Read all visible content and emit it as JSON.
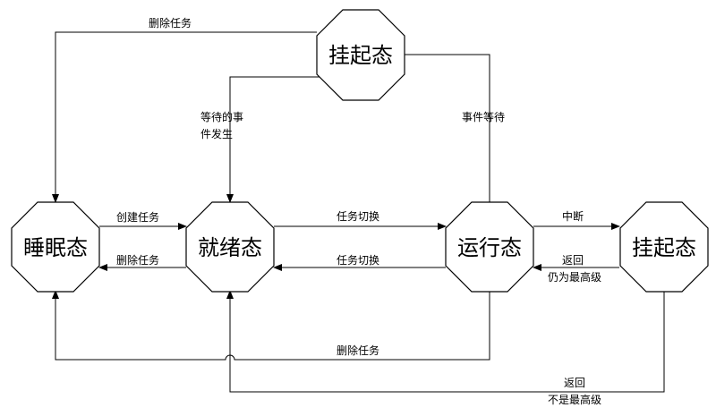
{
  "states": {
    "suspended_top": "挂起态",
    "sleep": "睡眠态",
    "ready": "就绪态",
    "running": "运行态",
    "suspended_right": "挂起态"
  },
  "edges": {
    "delete_task_top": "删除任务",
    "wait_event_line1": "等待的事",
    "wait_event_line2": "件发生",
    "event_wait": "事件等待",
    "create_task": "创建任务",
    "delete_task_ready": "删除任务",
    "switch_to_running": "任务切换",
    "switch_to_ready": "任务切换",
    "interrupt": "中断",
    "return_highest_line1": "返回",
    "return_highest_line2": "仍为最高级",
    "delete_task_bottom": "删除任务",
    "return_not_highest_line1": "返回",
    "return_not_highest_line2": "不是最高级"
  }
}
